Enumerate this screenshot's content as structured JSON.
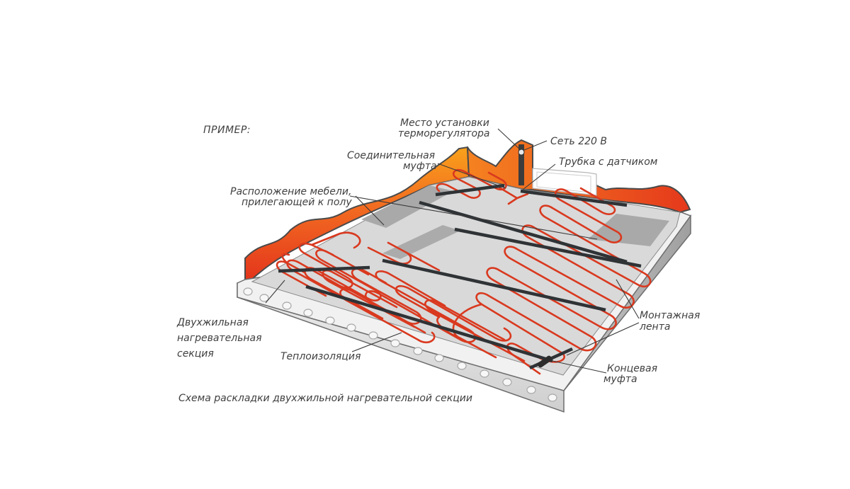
{
  "diagram": {
    "title": "ПРИМЕР:",
    "caption": "Схема раскладки двухжильной нагревательной секции",
    "labels": {
      "thermostat_place": [
        "Место установки",
        "терморегулятора"
      ],
      "network": "Сеть 220 В",
      "connection_coupling": [
        "Соединительная",
        "муфта"
      ],
      "sensor_tube": "Трубка с датчиком",
      "furniture": [
        "Расположение мебели,",
        "прилегающей к полу"
      ],
      "heating_section": [
        "Двухжильная",
        "нагревательная",
        "секция"
      ],
      "insulation": "Теплоизоляция",
      "mounting_tape": [
        "Монтажная",
        "лента"
      ],
      "end_coupling": [
        "Концевая",
        "муфта"
      ]
    },
    "colors": {
      "wall_orange": "#f7941d",
      "wall_red": "#e8431f",
      "floor": "#d7d7d7",
      "furniture": "#a8a8a8",
      "cable": "#d9391f",
      "tape": "#2f3336",
      "slab": "#e4e4e4"
    }
  }
}
